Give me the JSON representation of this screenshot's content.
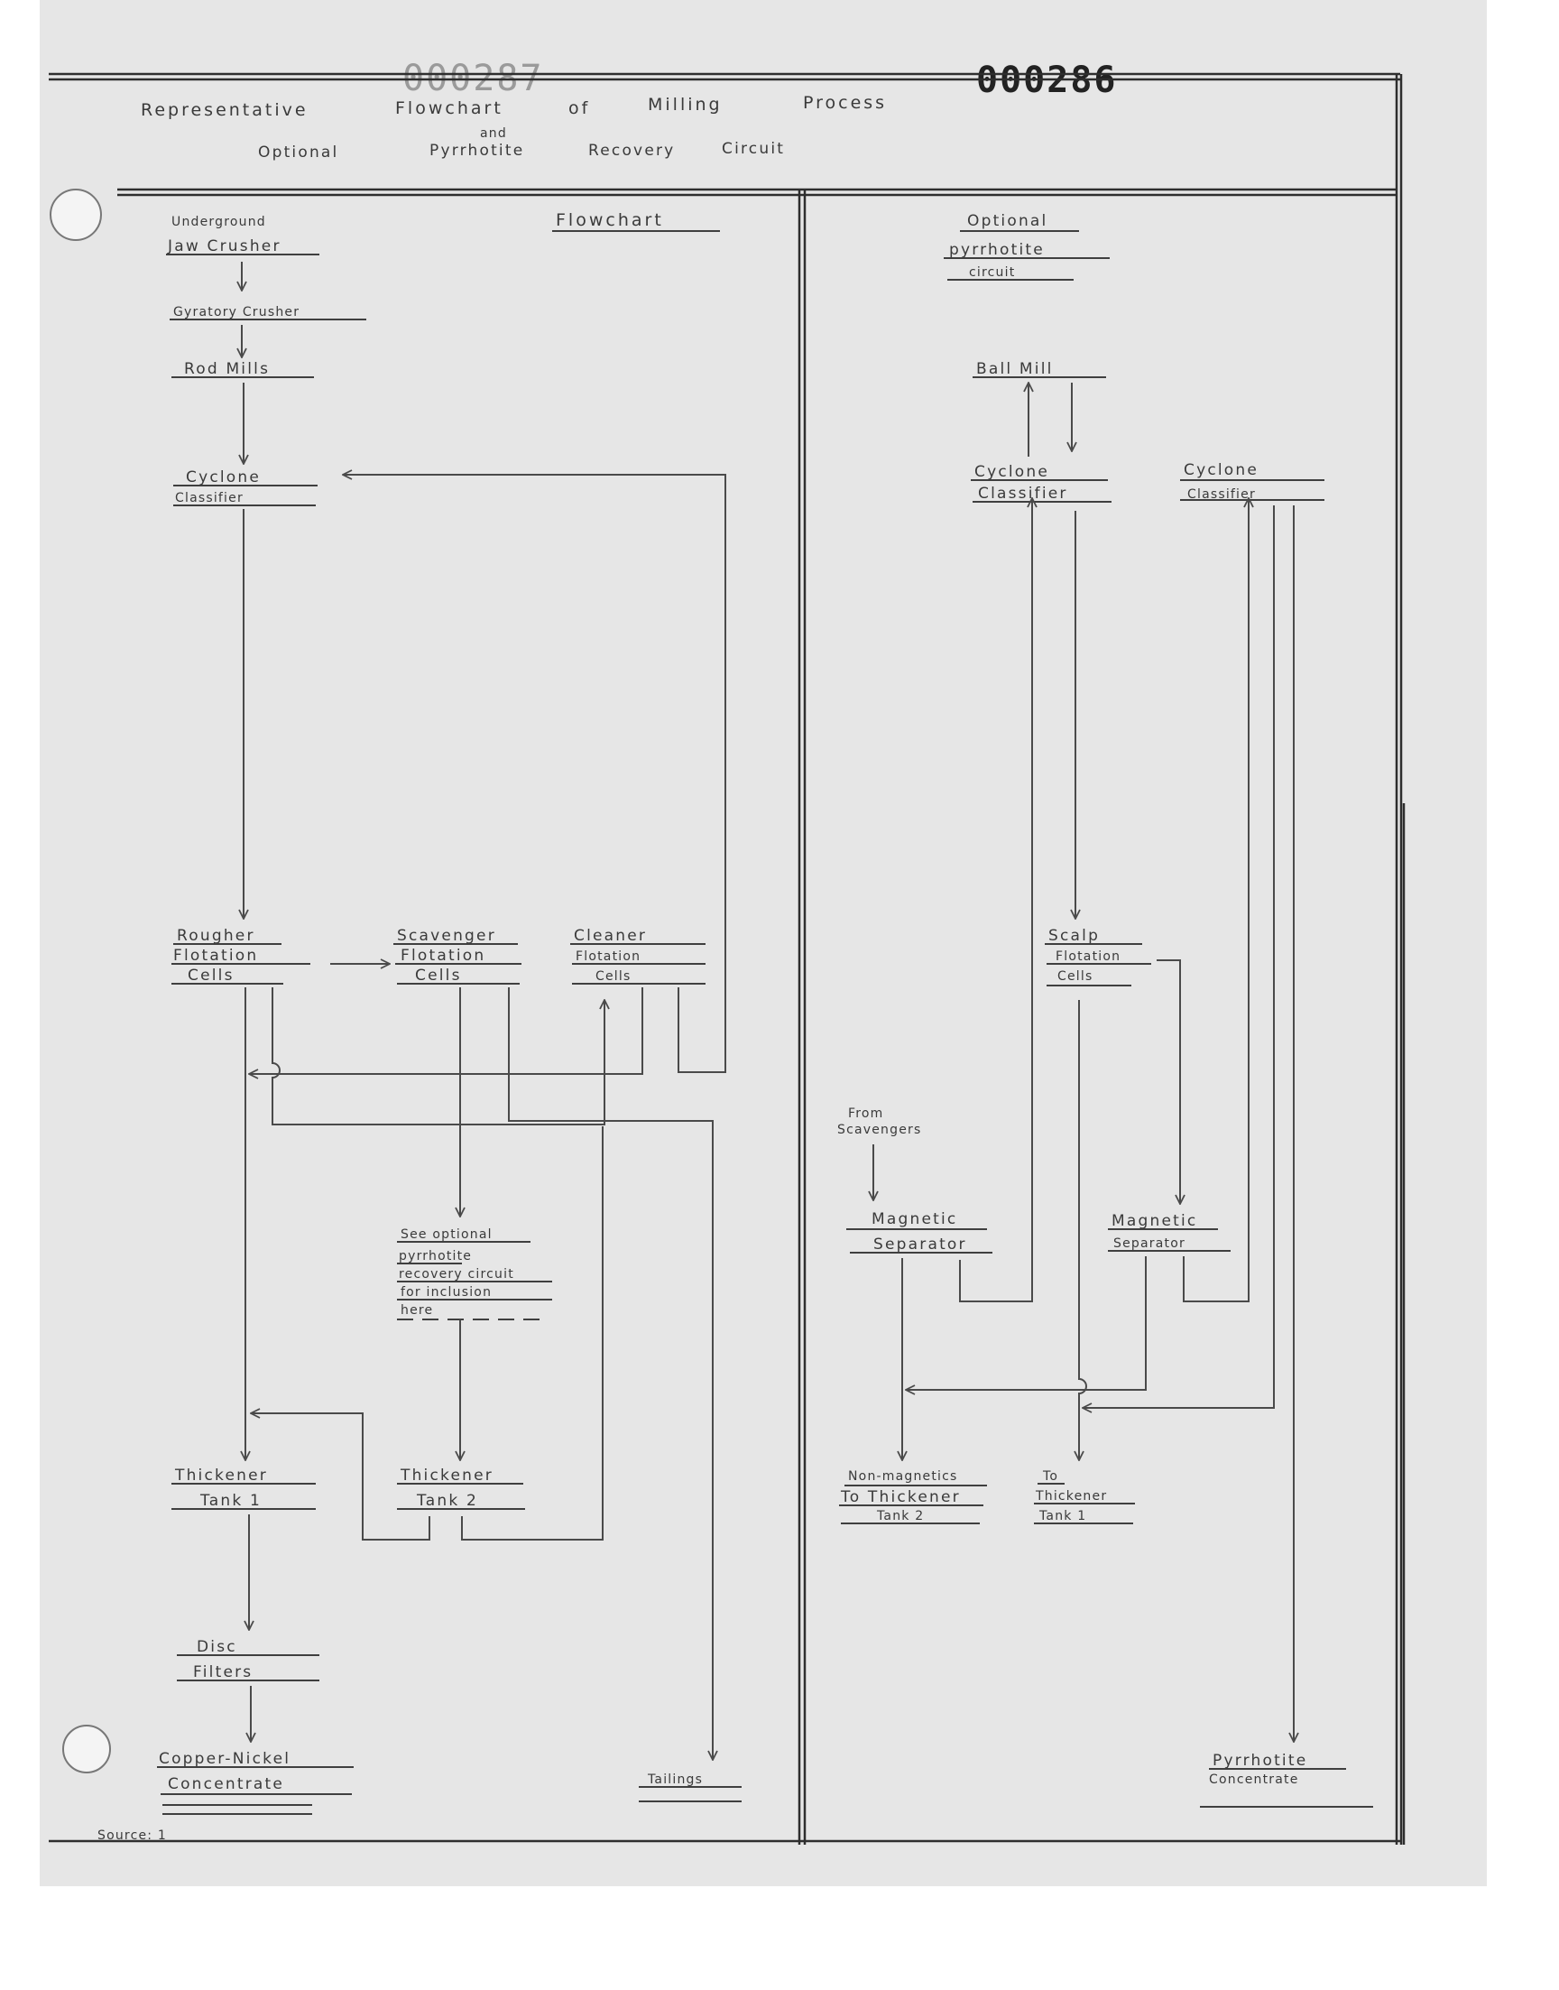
{
  "document_number": "000286",
  "ghost_number": "000287",
  "title_line_1": {
    "w1": "Representative",
    "w2": "Flowchart",
    "w3": "of",
    "w4": "Milling",
    "w5": "Process"
  },
  "title_and": "and",
  "title_line_2": {
    "w1": "Optional",
    "w2": "Pyrrhotite",
    "w3": "Recovery",
    "w4": "Circuit"
  },
  "left_panel": {
    "header": "Flowchart",
    "jaw_crusher": [
      "Underground",
      "Jaw Crusher"
    ],
    "gyratory_crusher": "Gyratory Crusher",
    "rod_mills": "Rod Mills",
    "cyclone_classifier": [
      "Cyclone",
      "Classifier"
    ],
    "rougher_cells": [
      "Rougher",
      "Flotation",
      "Cells"
    ],
    "scavenger_cells": [
      "Scavenger",
      "Flotation",
      "Cells"
    ],
    "cleaner_cells": [
      "Cleaner",
      "Flotation",
      "Cells"
    ],
    "note": [
      "See optional",
      "pyrrhotite",
      "recovery circuit",
      "for inclusion",
      "here"
    ],
    "thickener_1": [
      "Thickener",
      "Tank 1"
    ],
    "thickener_2": [
      "Thickener",
      "Tank 2"
    ],
    "disc_filters": [
      "Disc",
      "Filters"
    ],
    "cu_ni_concentrate": [
      "Copper-Nickel",
      "Concentrate"
    ],
    "tailings": "Tailings"
  },
  "right_panel": {
    "header": [
      "Optional",
      "pyrrhotite",
      "circuit"
    ],
    "ball_mill": "Ball Mill",
    "cyclone_1": [
      "Cyclone",
      "Classifier"
    ],
    "cyclone_2": [
      "Cyclone",
      "Classifier"
    ],
    "scalp_cells": [
      "Scalp",
      "Flotation",
      "Cells"
    ],
    "from_scavengers": [
      "From",
      "Scavengers"
    ],
    "mag_sep_1": [
      "Magnetic",
      "Separator"
    ],
    "mag_sep_2": [
      "Magnetic",
      "Separator"
    ],
    "non_magnetics": [
      "Non-magnetics",
      "To Thickener",
      "Tank 2"
    ],
    "to_thickener_1": [
      "To",
      "Thickener",
      "Tank 1"
    ],
    "pyrrhotite_concentrate": [
      "Pyrrhotite",
      "Concentrate"
    ]
  },
  "footer_scribble": "Source: 1",
  "colors": {
    "paper": "#e6e6e6",
    "ink": "#3a3a3a",
    "frame": "#2e2e2e"
  }
}
